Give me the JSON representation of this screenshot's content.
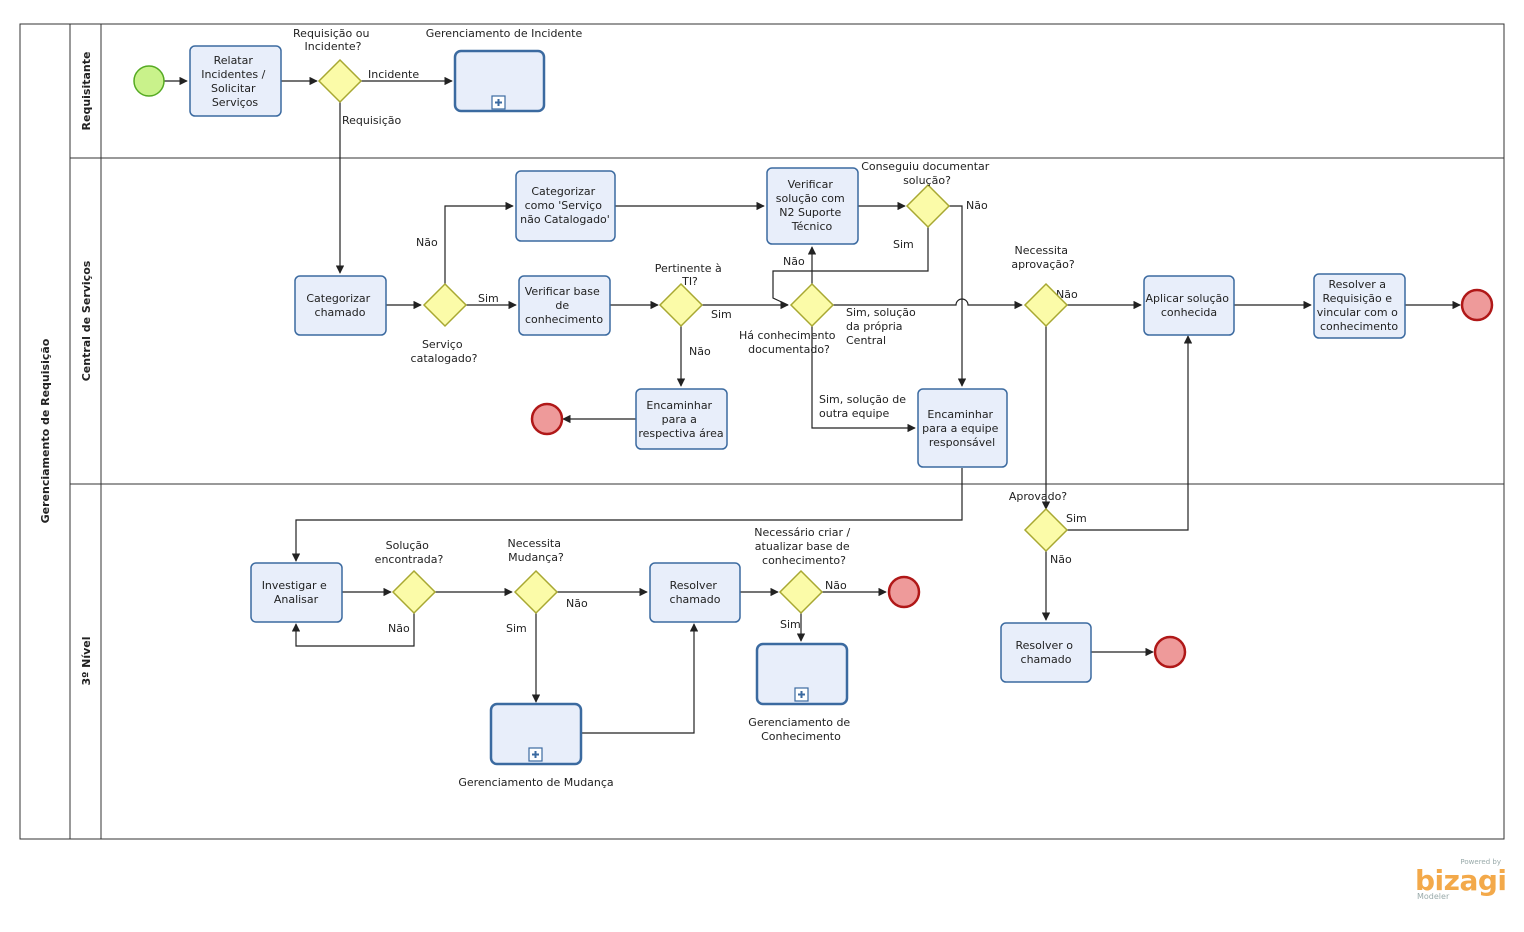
{
  "pool": {
    "title": "Gerenciamento de Requisição"
  },
  "lanes": {
    "requisitante": "Requisitante",
    "central": "Central de Serviços",
    "nivel3": "3º Nível"
  },
  "tasks": {
    "t1": [
      "Relatar",
      "Incidentes /",
      "Solicitar",
      "Serviços"
    ],
    "t2": [
      "Categorizar",
      "como 'Serviço",
      "não Catalogado'"
    ],
    "t3": [
      "Verificar",
      "solução com",
      "N2 Suporte",
      "Técnico"
    ],
    "t4": [
      "Categorizar",
      "chamado"
    ],
    "t5": [
      "Verificar base",
      "de",
      "conhecimento"
    ],
    "t6": [
      "Aplicar solução",
      "conhecida"
    ],
    "t7": [
      "Resolver a",
      "Requisição e",
      "vincular com o",
      "conhecimento"
    ],
    "t8": [
      "Encaminhar",
      "para a",
      "respectiva área"
    ],
    "t9": [
      "Encaminhar",
      "para a equipe",
      "responsável"
    ],
    "t10": [
      "Investigar e",
      "Analisar"
    ],
    "t11": [
      "Resolver",
      "chamado"
    ],
    "t12": [
      "Resolver o",
      "chamado"
    ]
  },
  "subprocesses": {
    "incidente": "Gerenciamento de Incidente",
    "mudanca": "Gerenciamento de Mudança",
    "conhecimento": [
      "Gerenciamento de",
      "Conhecimento"
    ]
  },
  "gateways": {
    "g1": [
      "Requisição ou",
      "Incidente?"
    ],
    "g2": [
      "Serviço",
      "catalogado?"
    ],
    "g3": [
      "Pertinente à",
      "TI?"
    ],
    "g4": [
      "Há conhecimento",
      "documentado?"
    ],
    "g5": [
      "Conseguiu documentar",
      "solução?"
    ],
    "g6": [
      "Necessita",
      "aprovação?"
    ],
    "g7": [
      "Aprovado?"
    ],
    "g8": [
      "Solução",
      "encontrada?"
    ],
    "g9": [
      "Necessita",
      "Mudança?"
    ],
    "g10": [
      "Necessário criar /",
      "atualizar base de",
      "conhecimento?"
    ]
  },
  "flows": {
    "incidente": "Incidente",
    "requisicao": "Requisição",
    "nao_g2": "Não",
    "sim_g2": "Sim",
    "sim_g3": "Sim",
    "nao_g3": "Não",
    "nao_g4": "Não",
    "sim_propria": [
      "Sim, solução",
      "da própria",
      "Central"
    ],
    "sim_outra": [
      "Sim, solução de",
      "outra equipe"
    ],
    "sim_g5": "Sim",
    "nao_g5": "Não",
    "nao_g6": "Não",
    "sim_g7": "Sim",
    "nao_g7": "Não",
    "nao_g8": "Não",
    "nao_g9": "Não",
    "sim_g9": "Sim",
    "nao_g10": "Não",
    "sim_g10": "Sim"
  },
  "logo": {
    "powered": "Powered by",
    "name": "bizagi",
    "sub": "Modeler"
  },
  "colors": {
    "task_fill": "#e8eefa",
    "task_stroke": "#3b6aa0",
    "gateway_fill": "#fbfba8",
    "gateway_stroke": "#a8a832",
    "start_fill": "#c9f28b",
    "start_stroke": "#55aa22",
    "end_fill": "#ee9a9a",
    "end_stroke": "#b01818",
    "logo": "#f3a94a"
  }
}
